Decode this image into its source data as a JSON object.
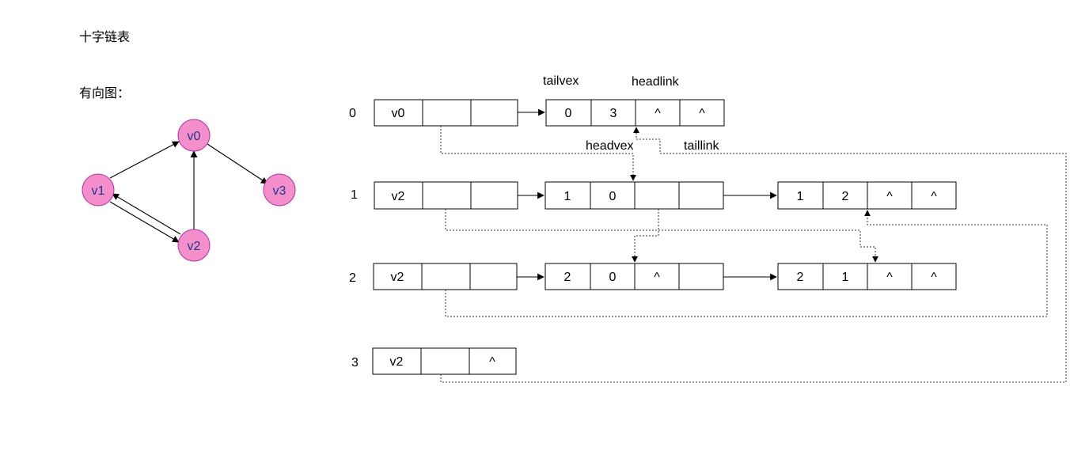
{
  "title": "十字链表",
  "subtitle": "有向图：",
  "graph": {
    "nodes": [
      "v0",
      "v1",
      "v2",
      "v3"
    ]
  },
  "field_labels": {
    "tailvex": "tailvex",
    "headlink": "headlink",
    "headvex": "headvex",
    "taillink": "taillink"
  },
  "vertex_rows": [
    {
      "index": "0",
      "data": "v0",
      "firstin": "",
      "firstout": ""
    },
    {
      "index": "1",
      "data": "v2",
      "firstin": "",
      "firstout": ""
    },
    {
      "index": "2",
      "data": "v2",
      "firstin": "",
      "firstout": ""
    },
    {
      "index": "3",
      "data": "v2",
      "firstin": "",
      "firstout": "^"
    }
  ],
  "arc_nodes": [
    {
      "row": 0,
      "cells": [
        "0",
        "3",
        "^",
        "^"
      ]
    },
    {
      "row": 1,
      "cells": [
        "1",
        "0",
        "",
        ""
      ]
    },
    {
      "row": 1,
      "cells": [
        "1",
        "2",
        "^",
        "^"
      ]
    },
    {
      "row": 2,
      "cells": [
        "2",
        "0",
        "^",
        ""
      ]
    },
    {
      "row": 2,
      "cells": [
        "2",
        "1",
        "^",
        "^"
      ]
    }
  ]
}
